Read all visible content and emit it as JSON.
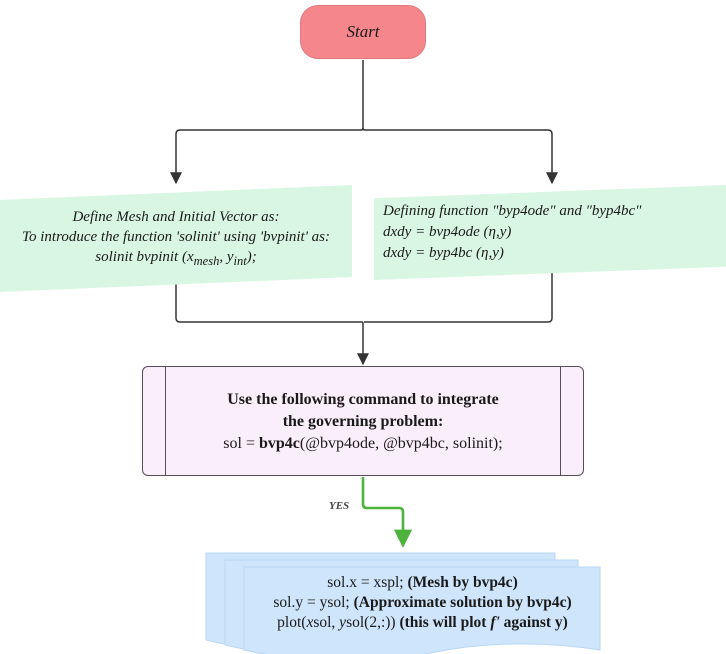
{
  "start": {
    "label": "Start"
  },
  "left_box": {
    "line1": "Define Mesh and Initial Vector as:",
    "line2": "To introduce the function 'solinit' using 'bvpinit' as:",
    "line3_prefix": "solinit bvpinit (",
    "x_var": "x",
    "x_sub": "mesh",
    "sep": ", ",
    "y_var": "y",
    "y_sub": "int",
    "line3_suffix": ");"
  },
  "right_box": {
    "line1": "Defining function \"byp4ode\" and \"byp4bc\"",
    "line2": "dxdy = bvp4ode (η,y)",
    "line3": "dxdy = byp4bc (η,y)"
  },
  "process": {
    "line1": "Use the following command to integrate",
    "line2": "the governing problem:",
    "line3_prefix": "sol = ",
    "line3_bold": "bvp4c",
    "line3_suffix": "(@bvp4ode, @bvp4bc, solinit);"
  },
  "edge_label": "YES",
  "output_doc": {
    "line1_plain": "sol.x = xspl; ",
    "line1_bold": "(Mesh by bvp4c)",
    "line2_plain": "sol.y = ysol; ",
    "line2_bold": "(Approximate solution by bvp4c)",
    "line3_p1": "plot(",
    "line3_x": "x",
    "line3_p2": "sol, ",
    "line3_y": "y",
    "line3_p3": "sol(2,:)) ",
    "line3_bold1": "(this will plot ",
    "line3_f": "f'",
    "line3_bold2": " against y)"
  },
  "colors": {
    "start_fill": "#f4868c",
    "io_fill": "#d9f6e3",
    "process_fill": "#fbeefb",
    "doc_fill": "#cfe5fb",
    "yes_arrow": "#4db33d",
    "connector": "#333333"
  }
}
